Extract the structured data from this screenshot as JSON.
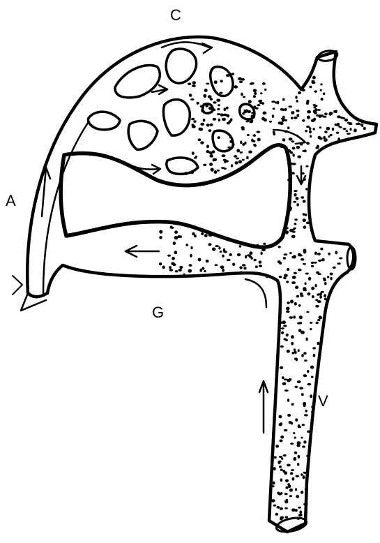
{
  "figure": {
    "labels": {
      "c": "C",
      "a": "A",
      "g": "G",
      "v": "V"
    },
    "colors": {
      "ink": "#000000",
      "paper": "#ffffff"
    }
  }
}
